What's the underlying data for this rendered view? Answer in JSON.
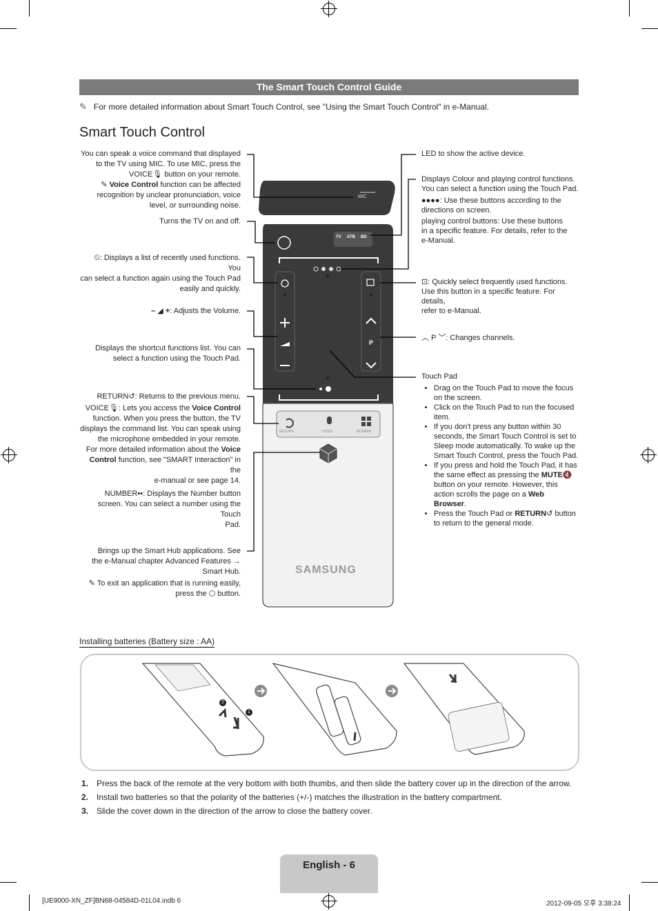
{
  "header": {
    "title": "The Smart Touch Control Guide"
  },
  "intro_note": "For more detailed information about Smart Touch Control, see \"Using the Smart Touch Control\" in e-Manual.",
  "section_title": "Smart Touch Control",
  "left": {
    "voice": {
      "l1": "You can speak a voice command that displayed",
      "l2": "to the TV using MIC. To use MIC, press the",
      "l3_key": "VOICE",
      "l3_rest": "button on your remote.",
      "l4_bold": "Voice Control",
      "l4_rest": "function can be affected",
      "l5": "recognition by unclear pronunciation, voice",
      "l6": "level, or surrounding noise."
    },
    "power": "Turns the TV on and off.",
    "recent": {
      "l1": ": Displays a list of recently used functions. You",
      "l2": "can select a function again using the Touch Pad",
      "l3": "easily and quickly."
    },
    "volume": ": Adjusts the Volume.",
    "shortcut": {
      "l1": "Displays the shortcut functions list. You can",
      "l2": "select a function using the Touch Pad."
    },
    "buttons": {
      "return_key": "RETURN",
      "return_text": ": Returns to the previous menu.",
      "voice_key": "VOICE",
      "voice_text": ": Lets you access the",
      "voice_bold": "Voice Control",
      "v2": "function. When you press the button, the TV",
      "v3": "displays the command list. You can speak using",
      "v4": "the microphone embedded in your remote.",
      "v5_pre": "For more detailed information about the",
      "v5_bold": "Voice",
      "v6_bold": "Control",
      "v6_rest": "function, see \"SMART Interaction\" in the",
      "v7": "e-manual or see page 14.",
      "number_key": "NUMBER",
      "number_text": ": Displays the Number button",
      "n2": "screen. You can select a number using the Touch",
      "n3": "Pad."
    },
    "hub": {
      "l1": "Brings up the Smart Hub applications. See",
      "l2": "the e-Manual chapter Advanced Features →",
      "l3": "Smart Hub.",
      "l4": "To exit an application that is running easily,",
      "l5_pre": "press the",
      "l5_post": "button."
    }
  },
  "right": {
    "led": "LED to show the active device.",
    "colour": {
      "l1": "Displays Colour and playing control functions.",
      "l2": "You can select a function using the Touch Pad.",
      "l3": ": Use these buttons according to the",
      "l4": "directions on screen.",
      "l5": "playing control buttons: Use these buttons",
      "l6": "in a specific feature. For details, refer to the",
      "l7": "e-Manual."
    },
    "favorite": {
      "l1": ": Quickly select frequently used functions.",
      "l2": "Use this button in a specific feature. For details,",
      "l3": "refer to e-Manual."
    },
    "channel": {
      "p": "P",
      "text": ": Changes channels."
    },
    "touchpad": {
      "title": "Touch Pad",
      "b1": "Drag on the Touch Pad to move the focus on the screen.",
      "b2": "Click on the Touch Pad to run the focused item.",
      "b3": "If you don't press any button within 30 seconds, the Smart Touch Control is set to Sleep mode automatically. To wake up the Smart Touch Control, press the Touch Pad.",
      "b4_pre": "If you press and hold the Touch Pad, it has the same effect as pressing the",
      "b4_mute": "MUTE",
      "b4_mid": "button on your remote. However, this action scrolls the page on a",
      "b4_web": "Web Browser",
      "b4_end": ".",
      "b5_pre": "Press the Touch Pad or",
      "b5_key": "RETURN",
      "b5_post": "button to return to the general mode."
    }
  },
  "remote": {
    "mic": "MIC",
    "tv": "TV",
    "stb": "STB",
    "bd": "BD",
    "p": "P",
    "return": "RETURN",
    "voice": "VOICE",
    "number": "NUMBER",
    "brand": "SAMSUNG"
  },
  "batteries": {
    "caption": "Installing batteries (Battery size : AA)",
    "step_badges": [
      "2",
      "1"
    ],
    "steps": [
      {
        "num": "1.",
        "text": "Press the back of the remote at the very bottom with both thumbs, and then slide the battery cover up in the direction of the arrow."
      },
      {
        "num": "2.",
        "text": "Install two batteries so that the polarity of the batteries (+/-) matches the illustration in the battery compartment."
      },
      {
        "num": "3.",
        "text": "Slide the cover down in the direction of the arrow to close the battery cover."
      }
    ]
  },
  "page_tab": "English - 6",
  "footer": {
    "left": "[UE9000-XN_ZF]BN68-04584D-01L04.indb   6",
    "right": "2012-09-05   오후 3:38:24"
  }
}
